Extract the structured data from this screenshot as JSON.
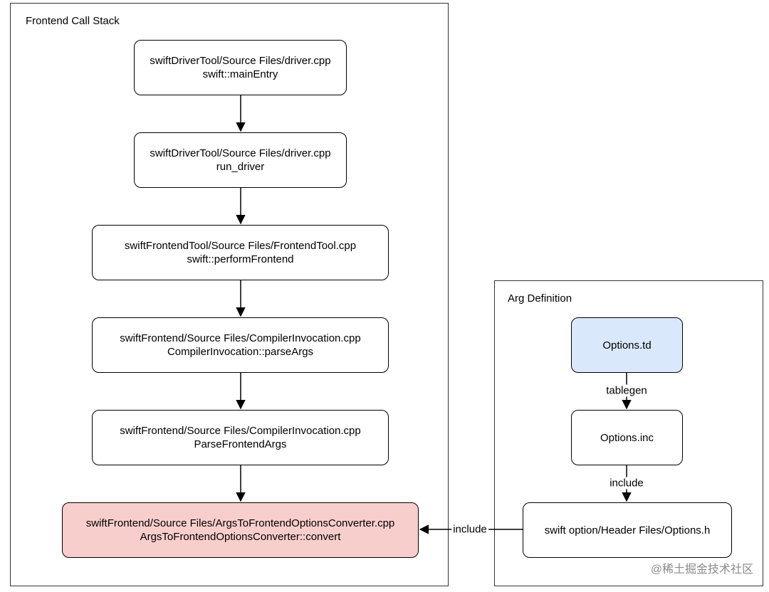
{
  "groups": {
    "frontend": {
      "title": "Frontend Call Stack"
    },
    "argdef": {
      "title": "Arg Definition"
    }
  },
  "nodes": {
    "main_entry": {
      "line1": "swiftDriverTool/Source Files/driver.cpp",
      "line2": "swift::mainEntry"
    },
    "run_driver": {
      "line1": "swiftDriverTool/Source Files/driver.cpp",
      "line2": "run_driver"
    },
    "perform_frontend": {
      "line1": "swiftFrontendTool/Source Files/FrontendTool.cpp",
      "line2": "swift::performFrontend"
    },
    "parse_args": {
      "line1": "swiftFrontend/Source Files/CompilerInvocation.cpp",
      "line2": "CompilerInvocation::parseArgs"
    },
    "parse_frontend_args": {
      "line1": "swiftFrontend/Source Files/CompilerInvocation.cpp",
      "line2": "ParseFrontendArgs"
    },
    "converter": {
      "line1": "swiftFrontend/Source Files/ArgsToFrontendOptionsConverter.cpp",
      "line2": "ArgsToFrontendOptionsConverter::convert"
    },
    "options_td": {
      "label": "Options.td"
    },
    "options_inc": {
      "label": "Options.inc"
    },
    "options_h": {
      "label": "swift option/Header Files/Options.h"
    }
  },
  "edge_labels": {
    "tablegen": "tablegen",
    "include_down": "include",
    "include_left": "include"
  },
  "colors": {
    "highlight_red_fill": "#f8cecc",
    "highlight_blue_fill": "#dae8fc"
  },
  "watermark": "@稀土掘金技术社区"
}
